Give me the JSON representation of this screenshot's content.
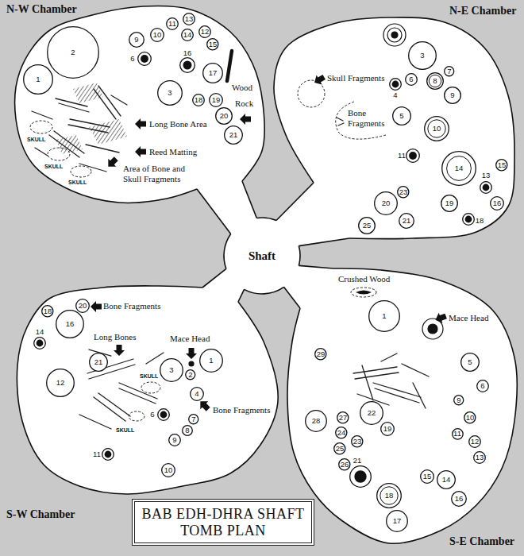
{
  "diagram": {
    "title": "BAB EDH-DHRA SHAFT TOMB PLAN",
    "nodes": [
      {
        "text": [
          "N-W Chamber"
        ]
      },
      {
        "text": [
          "1"
        ],
        "in": 0
      },
      {
        "text": [
          "2"
        ],
        "in": 0
      },
      {
        "text": [
          "3"
        ],
        "in": 0
      },
      {
        "text": [
          "6"
        ],
        "in": 0
      },
      {
        "text": [
          "9"
        ],
        "in": 0
      },
      {
        "text": [
          "10"
        ],
        "in": 0
      },
      {
        "text": [
          "11"
        ],
        "in": 0
      },
      {
        "text": [
          "12"
        ],
        "in": 0
      },
      {
        "text": [
          "13"
        ],
        "in": 0
      },
      {
        "text": [
          "14"
        ],
        "in": 0
      },
      {
        "text": [
          "15"
        ],
        "in": 0
      },
      {
        "text": [
          "16"
        ],
        "in": 0
      },
      {
        "text": [
          "17"
        ],
        "in": 0
      },
      {
        "text": [
          "18"
        ],
        "in": 0
      },
      {
        "text": [
          "19"
        ],
        "in": 0
      },
      {
        "text": [
          "20"
        ],
        "in": 0
      },
      {
        "text": [
          "21"
        ],
        "in": 0
      },
      {
        "text": [
          "N-E Chamber"
        ]
      },
      {
        "text": [
          "3"
        ],
        "in": 18
      },
      {
        "text": [
          "4"
        ],
        "in": 18
      },
      {
        "text": [
          "5"
        ],
        "in": 18
      },
      {
        "text": [
          "6"
        ],
        "in": 18
      },
      {
        "text": [
          "7"
        ],
        "in": 18
      },
      {
        "text": [
          "8"
        ],
        "in": 18
      },
      {
        "text": [
          "9"
        ],
        "in": 18
      },
      {
        "text": [
          "10"
        ],
        "in": 18
      },
      {
        "text": [
          "11"
        ],
        "in": 18
      },
      {
        "text": [
          "13"
        ],
        "in": 18
      },
      {
        "text": [
          "14"
        ],
        "in": 18
      },
      {
        "text": [
          "15"
        ],
        "in": 18
      },
      {
        "text": [
          "16"
        ],
        "in": 18
      },
      {
        "text": [
          "18"
        ],
        "in": 18
      },
      {
        "text": [
          "19"
        ],
        "in": 18
      },
      {
        "text": [
          "20"
        ],
        "in": 18
      },
      {
        "text": [
          "21"
        ],
        "in": 18
      },
      {
        "text": [
          "23"
        ],
        "in": 18
      },
      {
        "text": [
          "25"
        ],
        "in": 18
      },
      {
        "text": [
          "Shaft"
        ]
      },
      {
        "text": [
          "S-W Chamber"
        ]
      },
      {
        "text": [
          "1"
        ],
        "in": 39
      },
      {
        "text": [
          "2"
        ],
        "in": 39
      },
      {
        "text": [
          "3"
        ],
        "in": 39
      },
      {
        "text": [
          "4"
        ],
        "in": 39
      },
      {
        "text": [
          "6"
        ],
        "in": 39
      },
      {
        "text": [
          "7"
        ],
        "in": 39
      },
      {
        "text": [
          "8"
        ],
        "in": 39
      },
      {
        "text": [
          "9"
        ],
        "in": 39
      },
      {
        "text": [
          "10"
        ],
        "in": 39
      },
      {
        "text": [
          "11"
        ],
        "in": 39
      },
      {
        "text": [
          "12"
        ],
        "in": 39
      },
      {
        "text": [
          "14"
        ],
        "in": 39
      },
      {
        "text": [
          "16"
        ],
        "in": 39
      },
      {
        "text": [
          "18"
        ],
        "in": 39
      },
      {
        "text": [
          "20"
        ],
        "in": 39
      },
      {
        "text": [
          "21"
        ],
        "in": 39
      },
      {
        "text": [
          "S-E Chamber"
        ]
      },
      {
        "text": [
          "1"
        ],
        "in": 56
      },
      {
        "text": [
          "5"
        ],
        "in": 56
      },
      {
        "text": [
          "6"
        ],
        "in": 56
      },
      {
        "text": [
          "9"
        ],
        "in": 56
      },
      {
        "text": [
          "10"
        ],
        "in": 56
      },
      {
        "text": [
          "11"
        ],
        "in": 56
      },
      {
        "text": [
          "12"
        ],
        "in": 56
      },
      {
        "text": [
          "13"
        ],
        "in": 56
      },
      {
        "text": [
          "14"
        ],
        "in": 56
      },
      {
        "text": [
          "15"
        ],
        "in": 56
      },
      {
        "text": [
          "16"
        ],
        "in": 56
      },
      {
        "text": [
          "17"
        ],
        "in": 56
      },
      {
        "text": [
          "18"
        ],
        "in": 56
      },
      {
        "text": [
          "19"
        ],
        "in": 56
      },
      {
        "text": [
          "21"
        ],
        "in": 56
      },
      {
        "text": [
          "22"
        ],
        "in": 56
      },
      {
        "text": [
          "23"
        ],
        "in": 56
      },
      {
        "text": [
          "24"
        ],
        "in": 56
      },
      {
        "text": [
          "25"
        ],
        "in": 56
      },
      {
        "text": [
          "26"
        ],
        "in": 56
      },
      {
        "text": [
          "27"
        ],
        "in": 56
      },
      {
        "text": [
          "28"
        ],
        "in": 56
      },
      {
        "text": [
          "29"
        ],
        "in": 56
      }
    ],
    "labels": [
      "Wood",
      "Rock",
      "Long Bone Area",
      "Reed Matting",
      "Area of Bone and Skull Fragments",
      "SKULL",
      "SKULL",
      "SKULL",
      "Skull Fragments",
      "Bone Fragments",
      "Bone Fragments",
      "Long Bones",
      "Mace Head",
      "Bone Fragments",
      "SKULL",
      "SKULL",
      "Crushed Wood",
      "Mace Head"
    ]
  }
}
